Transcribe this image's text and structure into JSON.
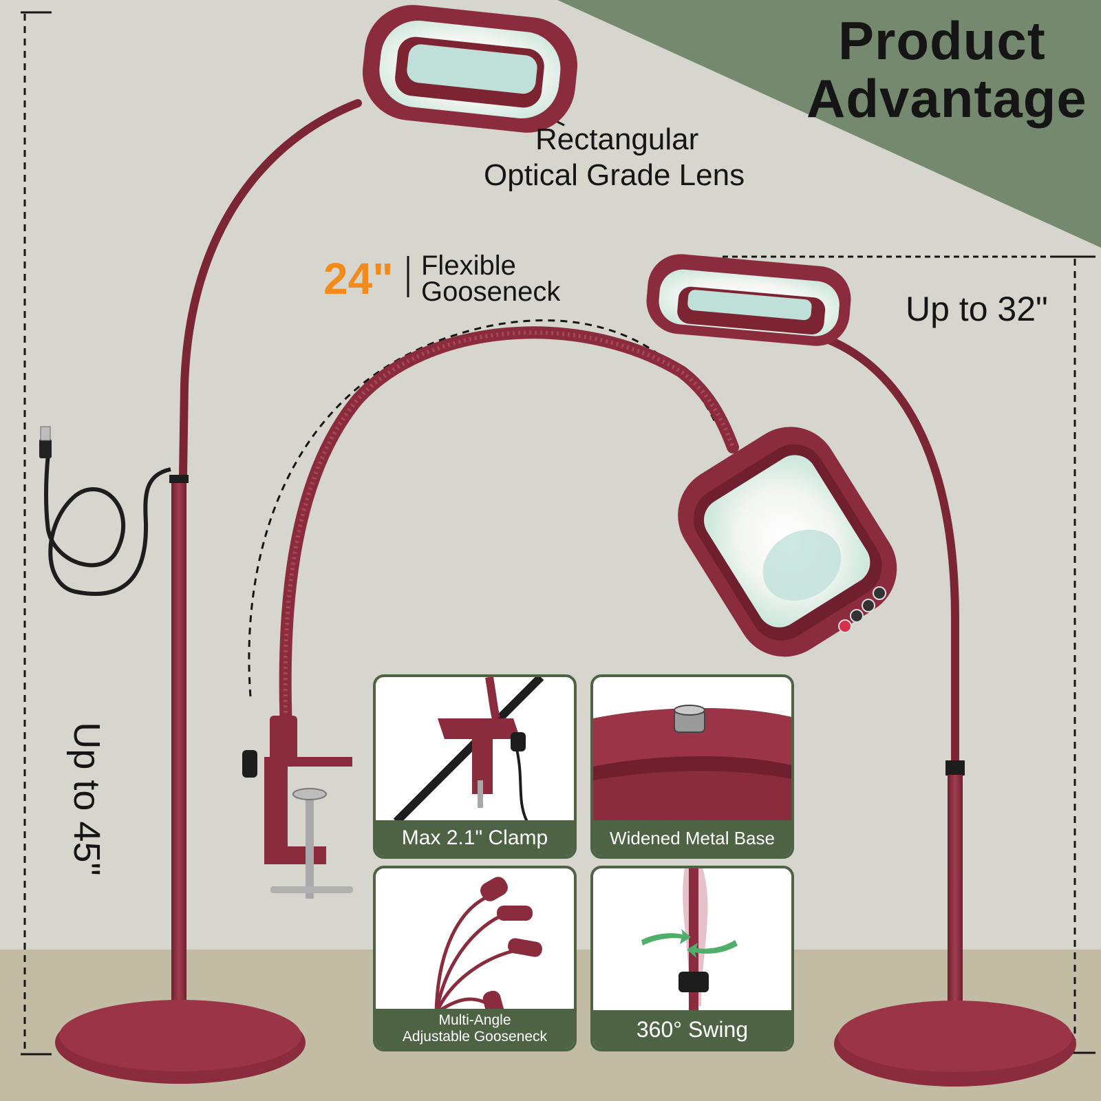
{
  "header": {
    "title_line1": "Product",
    "title_line2": "Advantage"
  },
  "callouts": {
    "lens_line1": "Rectangular",
    "lens_line2": "Optical Grade Lens",
    "gooseneck_length": "24\"",
    "gooseneck_line1": "Flexible",
    "gooseneck_line2": "Gooseneck",
    "height_short": "Up to 32\"",
    "height_tall": "Up to 45\""
  },
  "features": {
    "clamp": "Max 2.1\" Clamp",
    "base": "Widened Metal Base",
    "multi_line1": "Multi-Angle",
    "multi_line2": "Adjustable Gooseneck",
    "swing": "360° Swing"
  },
  "icons": [
    "usb-plug-icon",
    "power-button-icon",
    "brightness-button-icon",
    "color-temp-button-icon",
    "swing-arrows-icon"
  ],
  "colors": {
    "lamp": "#8a2c3d",
    "lamp_dark": "#6f1f2e",
    "card_green": "#4d6344",
    "corner_green": "#75896f",
    "accent_orange": "#f48a1a",
    "wall": "#d6d6ce",
    "floor": "#c2bca4"
  }
}
